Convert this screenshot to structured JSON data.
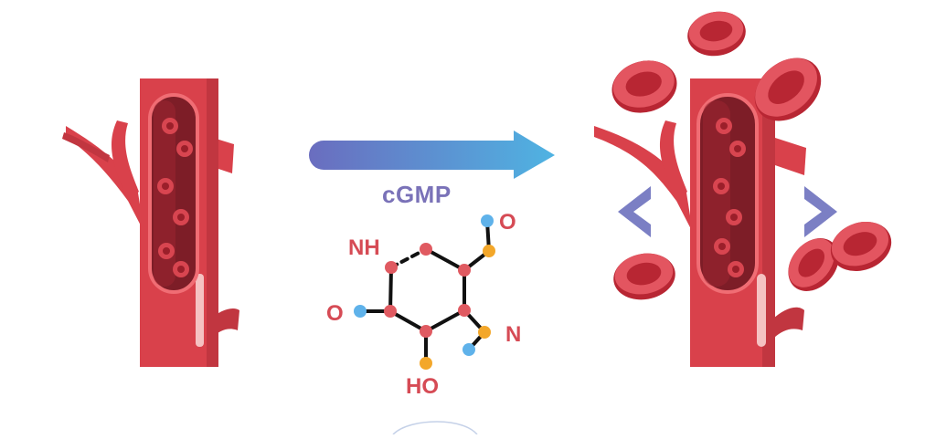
{
  "arrow_label": "cGMP",
  "molecule": {
    "atom_nh": "NH",
    "atom_o_top": "O",
    "atom_o_left": "O",
    "atom_n": "N",
    "atom_ho": "HO"
  },
  "colors": {
    "vessel": "#d9414b",
    "vessel_dark": "#7d1d27",
    "vessel_inner": "#a82a35",
    "cell": "#d84550",
    "arrow_start": "#6a6dbf",
    "arrow_end": "#4fb3e2",
    "chevron": "#7b7fc4",
    "atom_red": "#e05a61",
    "atom_orange": "#f3a72a",
    "atom_blue": "#5fb2ea",
    "label_red": "#d64b55"
  }
}
